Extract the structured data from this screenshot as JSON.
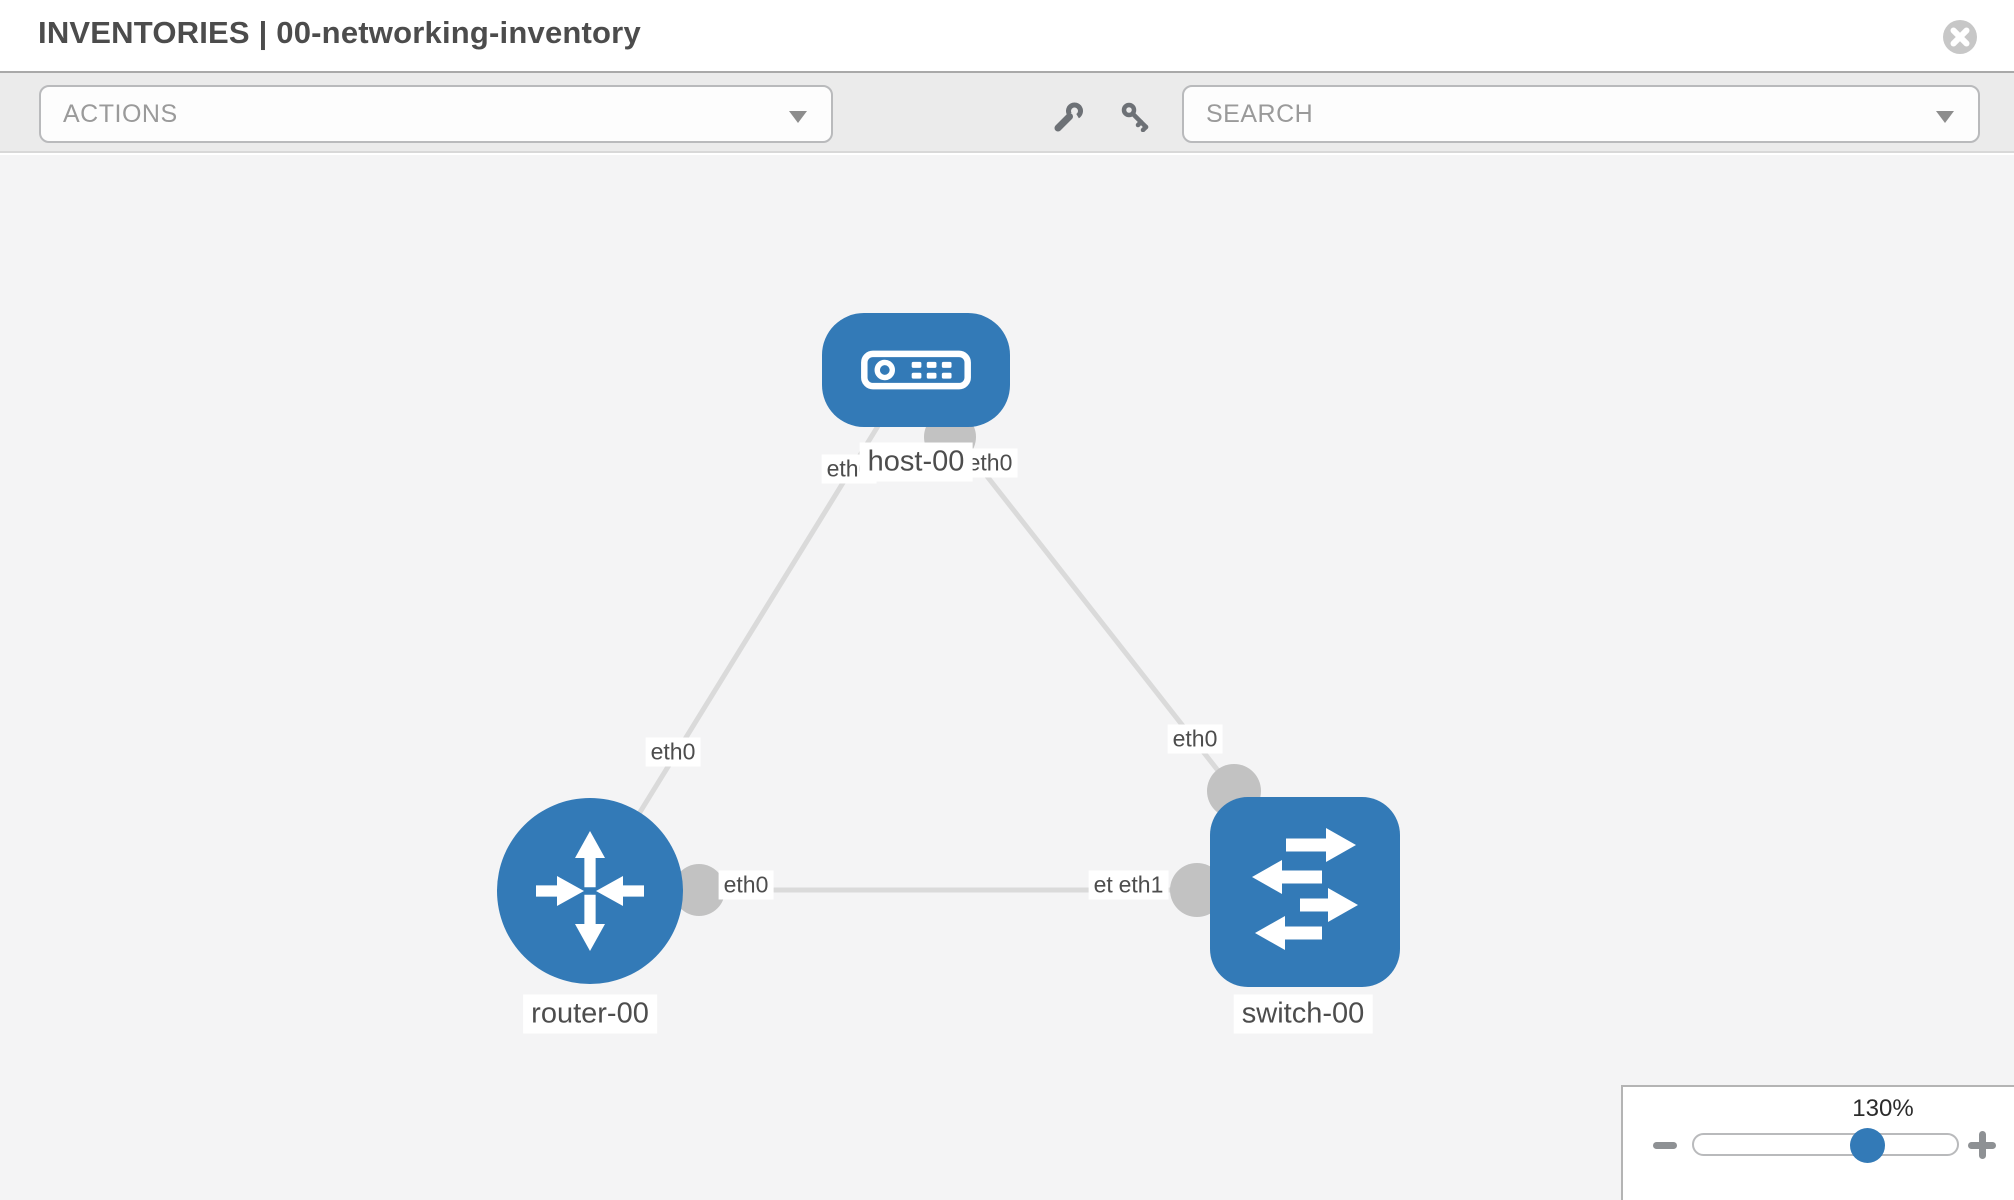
{
  "header": {
    "title": "INVENTORIES | 00-networking-inventory"
  },
  "toolbar": {
    "actions_label": "ACTIONS",
    "search_placeholder": "SEARCH"
  },
  "diagram": {
    "nodes": [
      {
        "label": "host-00",
        "type": "host"
      },
      {
        "label": "router-00",
        "type": "router"
      },
      {
        "label": "switch-00",
        "type": "switch"
      }
    ],
    "links": [
      {
        "from": "host-00",
        "from_if": "eth0",
        "to": "router-00",
        "to_if": "eth0"
      },
      {
        "from": "host-00",
        "from_if": "eth0",
        "to": "switch-00",
        "to_if": "eth0"
      },
      {
        "from": "router-00",
        "from_if": "eth0",
        "to": "switch-00",
        "to_if": "eth1",
        "overlapped_if_label": "eth0"
      }
    ]
  },
  "zoom_control": {
    "level": "130%"
  },
  "colors": {
    "node_blue": "#337ab7",
    "link_gray": "#dadada",
    "connector_gray": "#c2c2c2",
    "canvas_bg": "#f4f4f5"
  }
}
